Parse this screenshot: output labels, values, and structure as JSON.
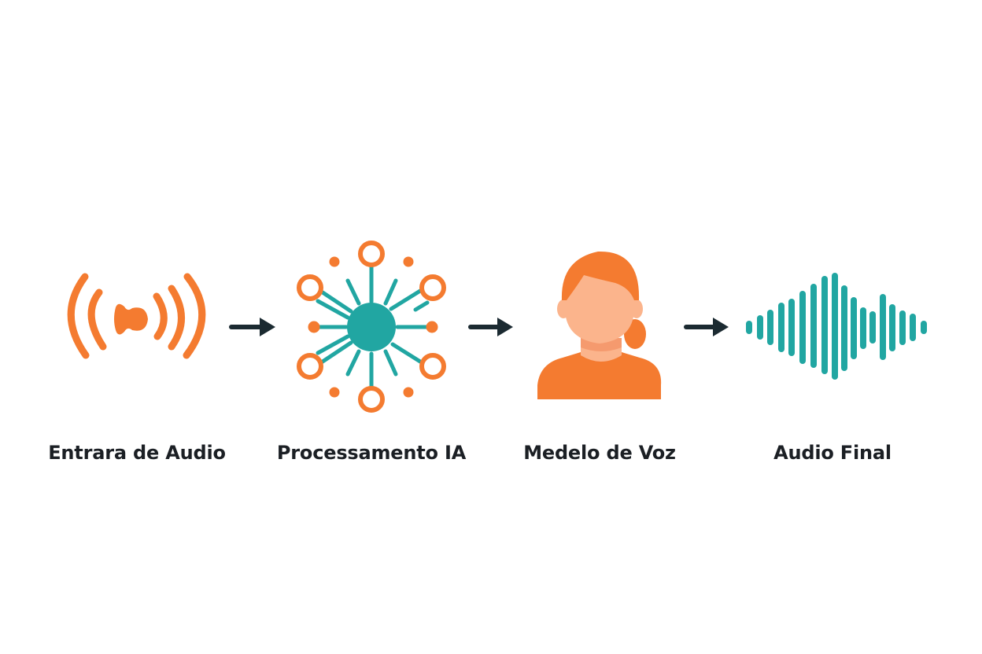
{
  "colors": {
    "orange": "#F47B30",
    "teal": "#21A6A2",
    "skin": "#FBB48C",
    "skin_shadow": "#F59A6E",
    "arrow": "#1B2A31",
    "text": "#1B1F24",
    "background": "#FFFFFF"
  },
  "pipeline": {
    "steps": [
      {
        "label": "Entrara de Audio",
        "icon": "sound-waves-icon"
      },
      {
        "label": "Processamento IA",
        "icon": "neural-network-hub-icon"
      },
      {
        "label": "Medelo de Voz",
        "icon": "person-avatar-icon"
      },
      {
        "label": "Audio Final",
        "icon": "audio-waveform-icon"
      }
    ],
    "connectors": [
      {
        "icon": "arrow-right-icon"
      },
      {
        "icon": "arrow-right-icon"
      },
      {
        "icon": "arrow-right-icon"
      }
    ]
  }
}
